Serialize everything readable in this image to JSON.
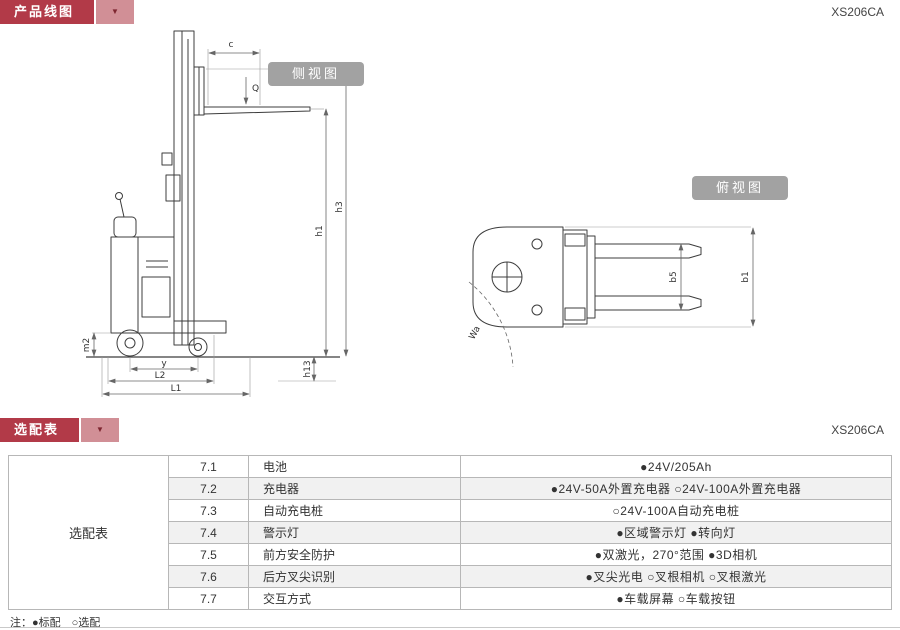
{
  "colors": {
    "accent_red": "#b23a48",
    "accent_red_light": "#d18f96",
    "badge_gray": "#a2a2a2",
    "zebra": "#f1f1f1"
  },
  "headers": {
    "product_line": {
      "title": "产品线图",
      "model": "XS206CA"
    },
    "options": {
      "title": "选配表",
      "model": "XS206CA"
    }
  },
  "diagrams": {
    "side_view": {
      "badge": "侧视图",
      "dims": {
        "c": "c",
        "Q": "Q",
        "h1": "h1",
        "h3": "h3",
        "h13": "h13",
        "m2": "m2",
        "y": "y",
        "L2": "L2",
        "L1": "L1"
      }
    },
    "top_view": {
      "badge": "俯视图",
      "dims": {
        "b1": "b1",
        "b5": "b5",
        "Wa": "Wa"
      }
    }
  },
  "options_table": {
    "group_label": "选配表",
    "rows": [
      {
        "num": "7.1",
        "name": "电池",
        "value": "●24V/205Ah"
      },
      {
        "num": "7.2",
        "name": "充电器",
        "value": "●24V-50A外置充电器 ○24V-100A外置充电器"
      },
      {
        "num": "7.3",
        "name": "自动充电桩",
        "value": "○24V-100A自动充电桩"
      },
      {
        "num": "7.4",
        "name": "警示灯",
        "value": "●区域警示灯 ●转向灯"
      },
      {
        "num": "7.5",
        "name": "前方安全防护",
        "value": "●双激光，270°范围 ●3D相机"
      },
      {
        "num": "7.6",
        "name": "后方叉尖识别",
        "value": "●叉尖光电 ○叉根相机 ○叉根激光"
      },
      {
        "num": "7.7",
        "name": "交互方式",
        "value": "●车载屏幕 ○车载按钮"
      }
    ]
  },
  "footnote": "注：●标配　○选配"
}
